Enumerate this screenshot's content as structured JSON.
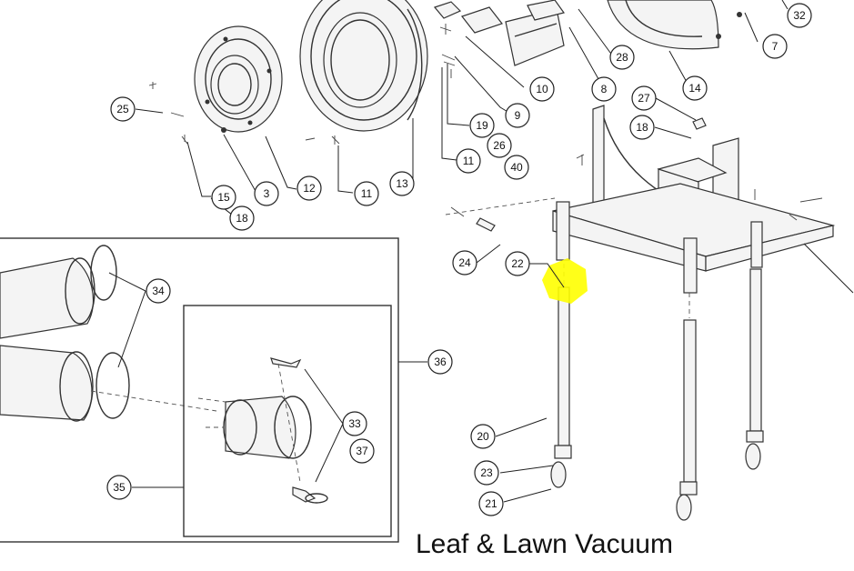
{
  "caption": "Leaf & Lawn Vacuum",
  "highlight_color": "#ffff00",
  "callouts": {
    "c32": "32",
    "c7": "7",
    "c28": "28",
    "c14": "14",
    "c10": "10",
    "c8": "8",
    "c9": "9",
    "c19": "19",
    "c26": "26",
    "c40": "40",
    "c11a": "11",
    "c11b": "11",
    "c13": "13",
    "c12": "12",
    "c3": "3",
    "c15": "15",
    "c18a": "18",
    "c25": "25",
    "c27": "27",
    "c18b": "18",
    "c24": "24",
    "c22": "22",
    "c34": "34",
    "c36": "36",
    "c33": "33",
    "c37": "37",
    "c20": "20",
    "c23": "23",
    "c21": "21",
    "c35": "35"
  }
}
